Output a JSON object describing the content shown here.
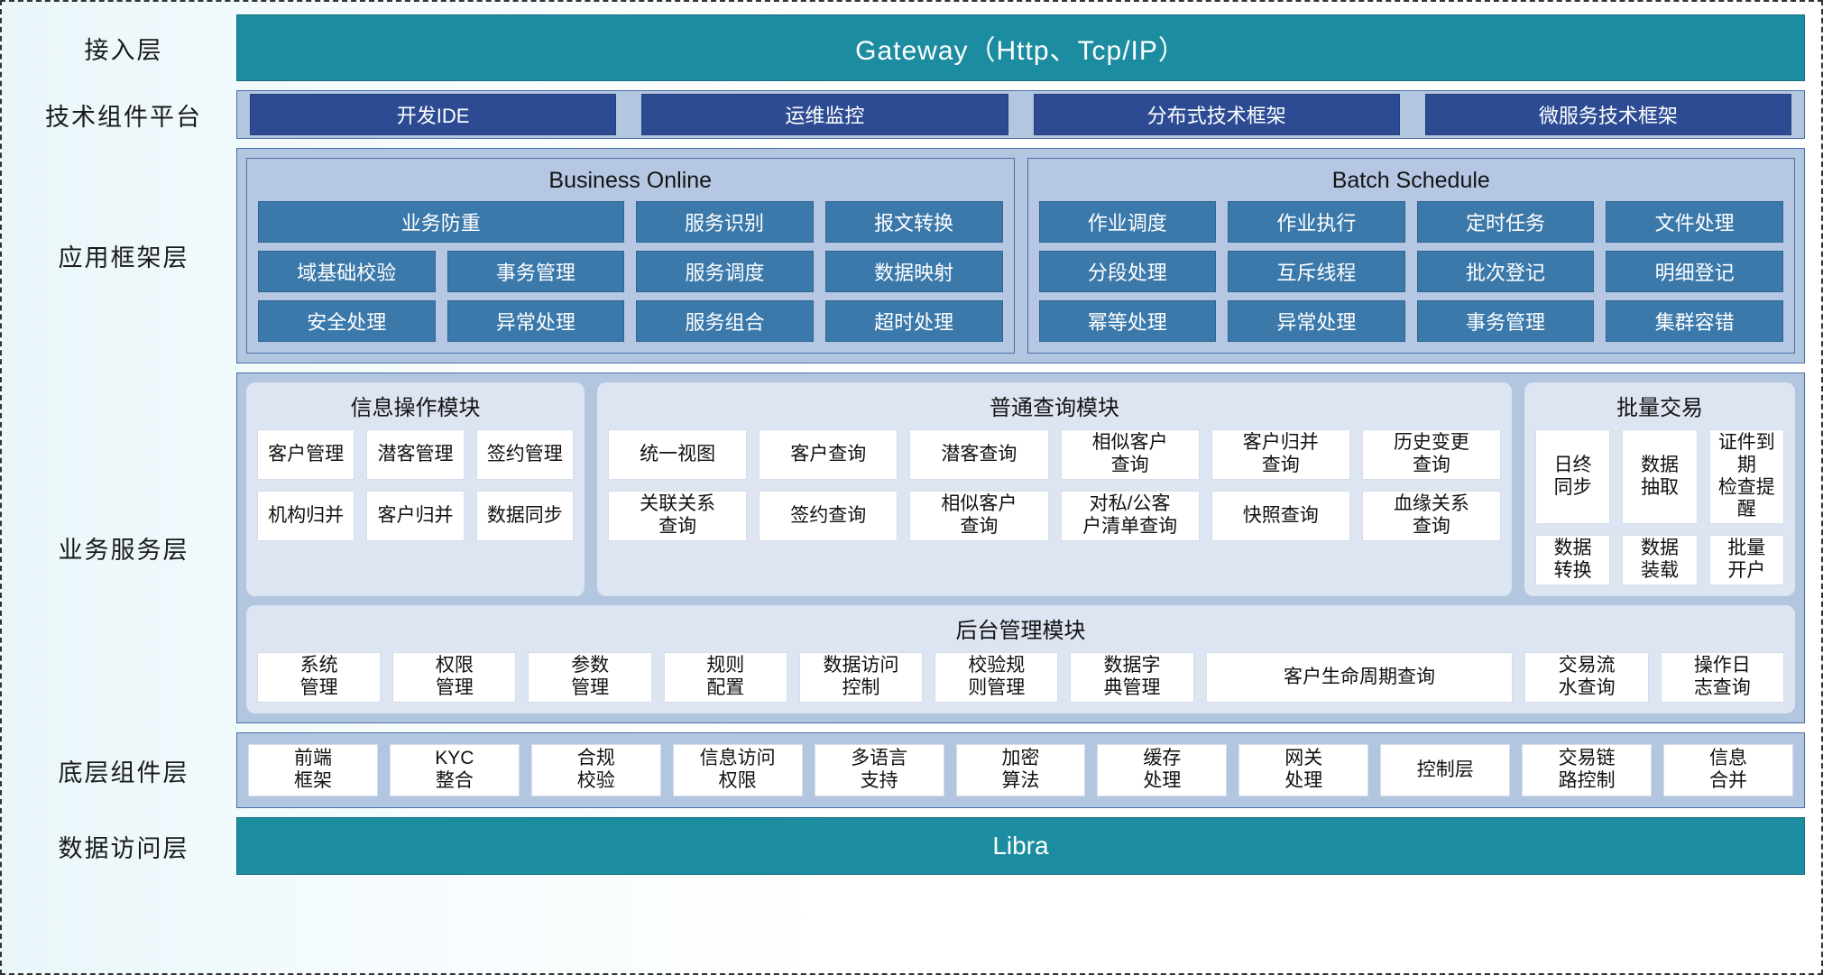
{
  "layers": [
    {
      "label": "接入层"
    },
    {
      "label": "技术组件平台"
    },
    {
      "label": "应用框架层"
    },
    {
      "label": "业务服务层"
    },
    {
      "label": "底层组件层"
    },
    {
      "label": "数据访问层"
    }
  ],
  "access": {
    "gateway": "Gateway（Http、Tcp/IP）"
  },
  "tech_platform": {
    "items": [
      {
        "label": "开发IDE"
      },
      {
        "label": "运维监控"
      },
      {
        "label": "分布式技术框架"
      },
      {
        "label": "微服务技术框架"
      }
    ]
  },
  "app_framework": {
    "business_online": {
      "title": "Business Online",
      "rows": [
        [
          {
            "label": "业务防重",
            "wide": true
          },
          {
            "label": "服务识别"
          },
          {
            "label": "报文转换"
          }
        ],
        [
          {
            "label": "域基础校验"
          },
          {
            "label": "事务管理"
          },
          {
            "label": "服务调度"
          },
          {
            "label": "数据映射"
          }
        ],
        [
          {
            "label": "安全处理"
          },
          {
            "label": "异常处理"
          },
          {
            "label": "服务组合"
          },
          {
            "label": "超时处理"
          }
        ]
      ]
    },
    "batch_schedule": {
      "title": "Batch Schedule",
      "rows": [
        [
          {
            "label": "作业调度"
          },
          {
            "label": "作业执行"
          },
          {
            "label": "定时任务"
          },
          {
            "label": "文件处理"
          }
        ],
        [
          {
            "label": "分段处理"
          },
          {
            "label": "互斥线程"
          },
          {
            "label": "批次登记"
          },
          {
            "label": "明细登记"
          }
        ],
        [
          {
            "label": "幂等处理"
          },
          {
            "label": "异常处理"
          },
          {
            "label": "事务管理"
          },
          {
            "label": "集群容错"
          }
        ]
      ]
    }
  },
  "business_service": {
    "info_module": {
      "title": "信息操作模块",
      "rows": [
        [
          {
            "label": "客户管理"
          },
          {
            "label": "潜客管理"
          },
          {
            "label": "签约管理"
          }
        ],
        [
          {
            "label": "机构归并"
          },
          {
            "label": "客户归并"
          },
          {
            "label": "数据同步"
          }
        ]
      ]
    },
    "query_module": {
      "title": "普通查询模块",
      "rows": [
        [
          {
            "label": "统一视图"
          },
          {
            "label": "客户查询"
          },
          {
            "label": "潜客查询"
          },
          {
            "label": "相似客户\n查询"
          },
          {
            "label": "客户归并\n查询"
          },
          {
            "label": "历史变更\n查询"
          }
        ],
        [
          {
            "label": "关联关系\n查询"
          },
          {
            "label": "签约查询"
          },
          {
            "label": "相似客户\n查询"
          },
          {
            "label": "对私/公客\n户清单查询"
          },
          {
            "label": "快照查询"
          },
          {
            "label": "血缘关系\n查询"
          }
        ]
      ]
    },
    "batch_tx_module": {
      "title": "批量交易",
      "rows": [
        [
          {
            "label": "日终\n同步"
          },
          {
            "label": "数据\n抽取"
          },
          {
            "label": "证件到期\n检查提醒"
          }
        ],
        [
          {
            "label": "数据\n转换"
          },
          {
            "label": "数据\n装载"
          },
          {
            "label": "批量\n开户"
          }
        ]
      ]
    },
    "admin_module": {
      "title": "后台管理模块",
      "rows": [
        [
          {
            "label": "系统\n管理"
          },
          {
            "label": "权限\n管理"
          },
          {
            "label": "参数\n管理"
          },
          {
            "label": "规则\n配置"
          },
          {
            "label": "数据访问\n控制"
          },
          {
            "label": "校验规\n则管理"
          },
          {
            "label": "数据字\n典管理"
          },
          {
            "label": "客户生命周期查询",
            "wide": true
          },
          {
            "label": "交易流\n水查询"
          },
          {
            "label": "操作日\n志查询"
          }
        ]
      ]
    }
  },
  "component_layer": {
    "items": [
      {
        "label": "前端\n框架"
      },
      {
        "label": "KYC\n整合"
      },
      {
        "label": "合规\n校验"
      },
      {
        "label": "信息访问\n权限"
      },
      {
        "label": "多语言\n支持"
      },
      {
        "label": "加密\n算法"
      },
      {
        "label": "缓存\n处理"
      },
      {
        "label": "网关\n处理"
      },
      {
        "label": "控制层"
      },
      {
        "label": "交易链\n路控制"
      },
      {
        "label": "信息\n合并"
      }
    ]
  },
  "data_access": {
    "label": "Libra"
  },
  "colors": {
    "teal": "#1c8ca0",
    "dark_blue_chip": "#2c4b93",
    "mid_blue_cell": "#3b79ab",
    "band_blue": "#b3c6e0",
    "group_light": "#dde4f2"
  }
}
